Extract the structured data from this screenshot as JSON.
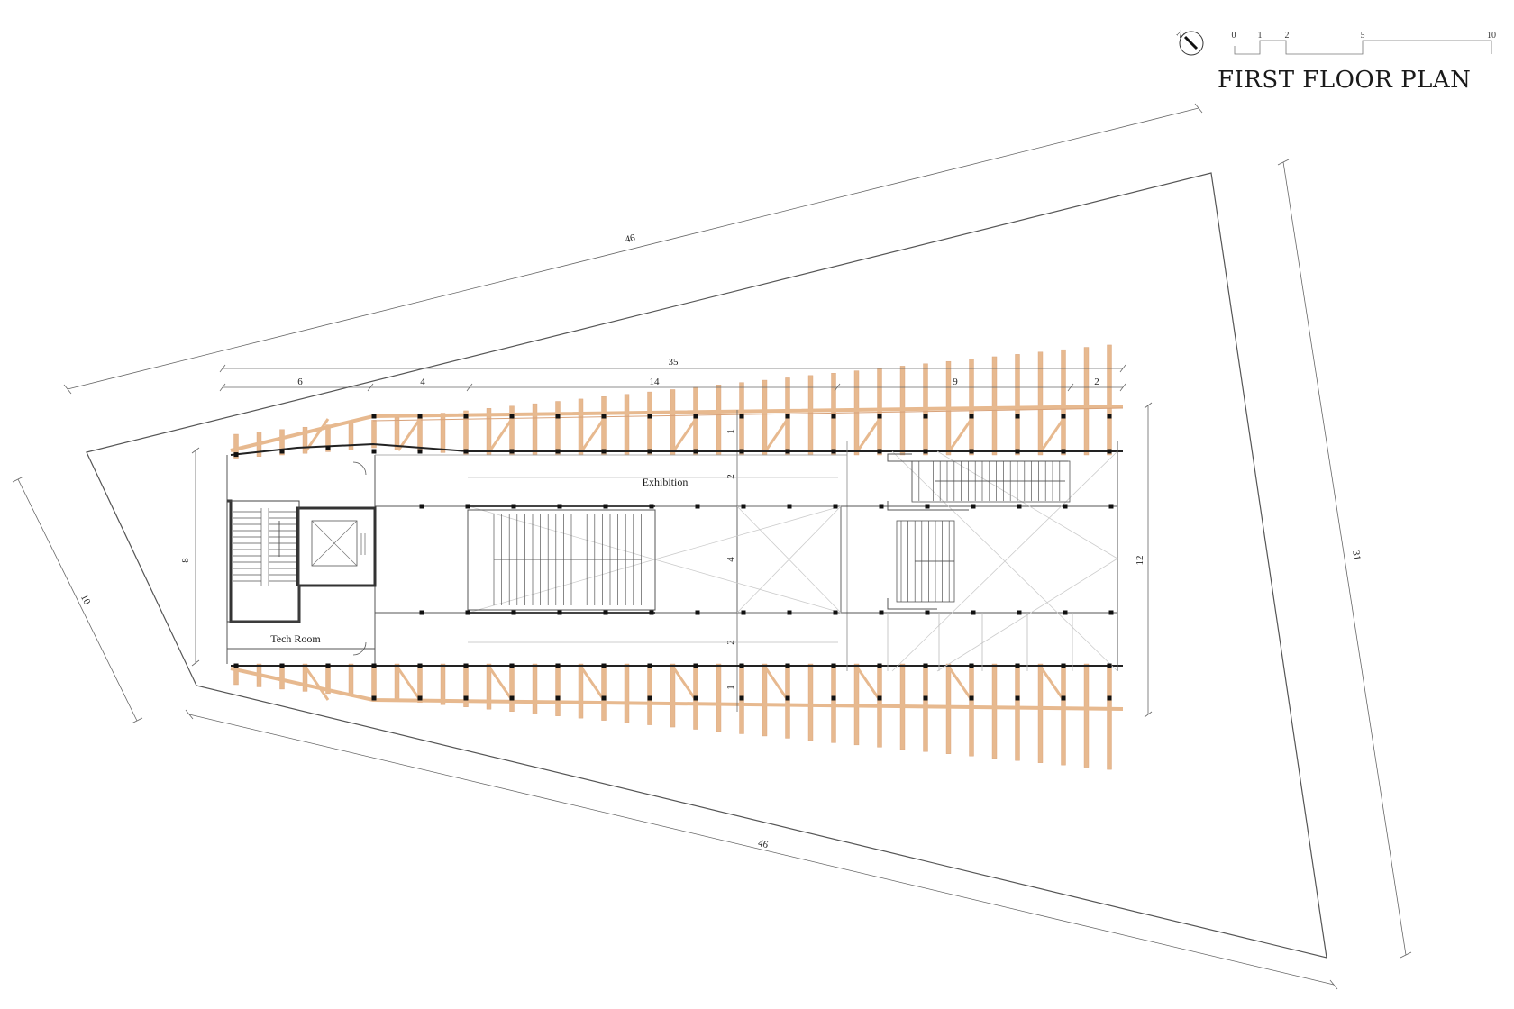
{
  "title": "FIRST FLOOR PLAN",
  "north": {
    "label": "N",
    "icon": "north-arrow-icon"
  },
  "scale_bar": {
    "ticks": [
      "0",
      "1",
      "2",
      "5",
      "10"
    ]
  },
  "rooms": {
    "exhibition": "Exhibition",
    "tech_room": "Tech Room"
  },
  "dimensions": {
    "site_top": "46",
    "site_bottom": "46",
    "site_right": "31",
    "site_left": "10",
    "overall_length": "35",
    "seg_1": "6",
    "seg_2": "4",
    "seg_3": "14",
    "seg_4": "9",
    "seg_5": "2",
    "core_width": "8",
    "hall_width": "12",
    "bay_top": "1",
    "aisle_top": "2",
    "center": "4",
    "aisle_bottom": "2",
    "bay_bottom": "1"
  },
  "colors": {
    "timber": "#e7b98f",
    "timber_edge": "#d8a27a",
    "line": "#555555",
    "column": "#111111"
  }
}
